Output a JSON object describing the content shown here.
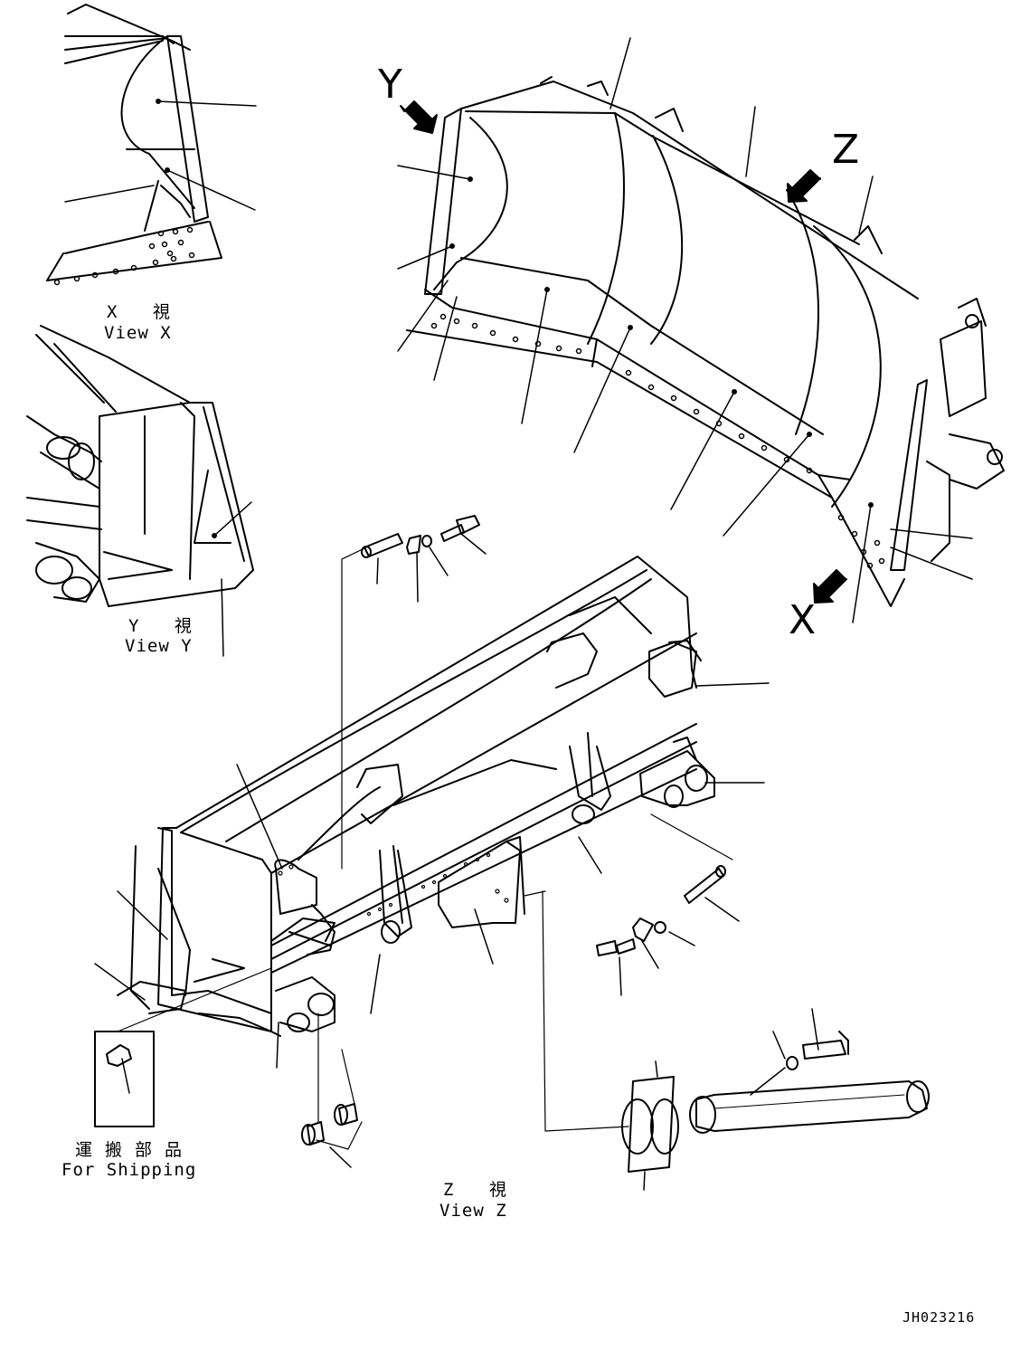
{
  "view_labels": {
    "view_x": {
      "jp": "X 視",
      "en": "View X"
    },
    "view_y": {
      "jp": "Y 視",
      "en": "View Y"
    },
    "view_z": {
      "jp": "Z 視",
      "en": "View Z"
    },
    "shipping": {
      "jp": "運搬部品",
      "en": "For Shipping"
    }
  },
  "arrow_letters": {
    "y": "Y",
    "z": "Z",
    "x": "X"
  },
  "drawing_code": "JH023216"
}
